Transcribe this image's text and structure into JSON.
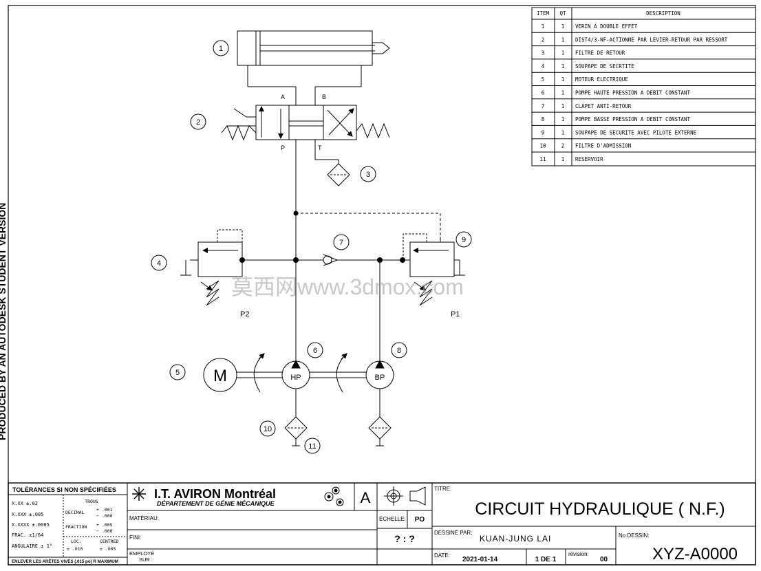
{
  "side_text": "PRODUCED BY AN AUTODESK STUDENT VERSION",
  "watermark": "莫西网www.3dmox.com",
  "bom": {
    "headers": [
      "ITEM",
      "QT",
      "DESCRIPTION"
    ],
    "rows": [
      {
        "item": "1",
        "qt": "1",
        "desc": "VERIN A DOUBLE EFFET"
      },
      {
        "item": "2",
        "qt": "1",
        "desc": "DIST4/3-NF-ACTIONNE PAR LEVIER-RETOUR PAR RESSORT"
      },
      {
        "item": "3",
        "qt": "1",
        "desc": "FILTRE DE RETOUR"
      },
      {
        "item": "4",
        "qt": "1",
        "desc": "SOUPAPE DE SECRTITE"
      },
      {
        "item": "5",
        "qt": "1",
        "desc": "MOTEUR ELECTRIQUE"
      },
      {
        "item": "6",
        "qt": "1",
        "desc": "POMPE HAUTE PRESSION A DEBIT CONSTANT"
      },
      {
        "item": "7",
        "qt": "1",
        "desc": "CLAPET ANTI-RETOUR"
      },
      {
        "item": "8",
        "qt": "1",
        "desc": "POMPE BASSE PRESSION A DEBIT CONSTANT"
      },
      {
        "item": "9",
        "qt": "1",
        "desc": "SOUPAPE DE SECURITE AVEC PILOTE EXTERNE"
      },
      {
        "item": "10",
        "qt": "2",
        "desc": "FILTRE D'ADMISSION"
      },
      {
        "item": "11",
        "qt": "1",
        "desc": "RESERVOIR"
      }
    ]
  },
  "schematic": {
    "balloons": [
      "1",
      "2",
      "3",
      "4",
      "5",
      "6",
      "7",
      "8",
      "9",
      "10",
      "11"
    ],
    "port_a": "A",
    "port_b": "B",
    "port_p": "P",
    "port_t": "T",
    "p1": "P1",
    "p2": "P2",
    "motor": "M",
    "hp": "HP",
    "bp": "BP"
  },
  "title_block": {
    "tolerances_title": "TOLÉRANCES SI NON SPÉCIFIÉES",
    "tol_xx": "X.XX   ±.02",
    "tol_xxx": "X.XXX  ±.005",
    "tol_xxxx": "X.XXXX ±.0005",
    "tol_frac": "FRAC.  ±1/64",
    "tol_ang": "ANGULAIRE ± 1°",
    "trous": "TROUS",
    "decimal": "DECIMAL",
    "decimal_val1": "+ .001",
    "decimal_val2": "− .000",
    "fraction": "FRACTION",
    "fraction_val1": "+ .005",
    "fraction_val2": "− .000",
    "loc": "LOC.",
    "loc_val": "± .010",
    "centred": "CENTRED",
    "centred_val": "± .005",
    "edges_note": "ENLEVER LES ARÊTES VIVES (.015 po) R MAXIMUM",
    "company": "I.T. AVIRON  Montréal",
    "department": "DÉPARTEMENT DE GÉNIE MÉCANIQUE",
    "size": "A",
    "materiau": "MATÉRIAU:",
    "fini": "FINI:",
    "employe": "EMPLOYÉ",
    "employe_sur": "SUR :",
    "echelle_label": "ÉCHELLE:",
    "echelle_unit": "PO",
    "echelle_value": "? : ?",
    "titre_label": "TITRE:",
    "title": "CIRCUIT HYDRAULIQUE ( N.F.)",
    "dessine_label": "DESSINÉ PAR:",
    "dessine_value": "KUAN-JUNG LAI",
    "no_dessin_label": "No DESSIN:",
    "no_dessin_value": "XYZ-A0000",
    "date_label": "DATE:",
    "date_value": "2021-01-14",
    "sheet": "1 DE 1",
    "revision_label": "révision:",
    "revision_value": "00"
  }
}
